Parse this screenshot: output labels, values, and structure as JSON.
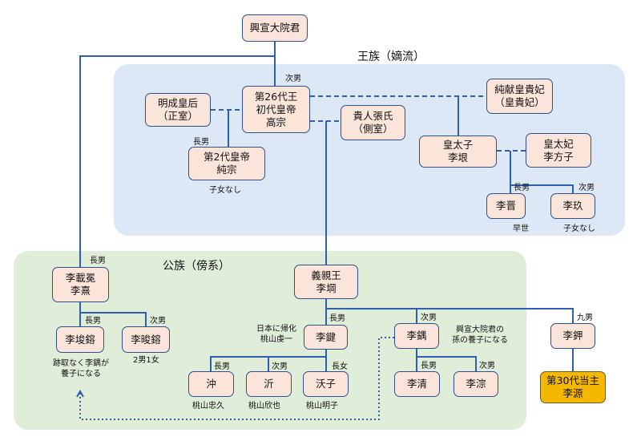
{
  "groups": {
    "royal": "王族（嫡流）",
    "kozoku": "公族（傍系）"
  },
  "people": {
    "daewongun": [
      "興宣大院君"
    ],
    "myeongseong": [
      "明成皇后",
      "（正室）"
    ],
    "gojong": [
      "第26代王",
      "初代皇帝",
      "高宗"
    ],
    "gwiin": [
      "貴人張氏",
      "（側室）"
    ],
    "sunheon": [
      "純献皇貴妃",
      "（皇貴妃）"
    ],
    "crown_prince": [
      "皇太子",
      "李垠"
    ],
    "crown_princess": [
      "皇太妃",
      "李方子"
    ],
    "sunjong": [
      "第2代皇帝",
      "純宗"
    ],
    "ri_jin": [
      "李晋"
    ],
    "ri_gu": [
      "李玖"
    ],
    "jaemyeon": [
      "李載冕",
      "李熹"
    ],
    "jun_yong": [
      "李埈鎔"
    ],
    "gyo_yong": [
      "李晙鎔"
    ],
    "uichin": [
      "義親王",
      "李堈"
    ],
    "ri_geon": [
      "李鍵"
    ],
    "oki": [
      "沖"
    ],
    "ki": [
      "沂"
    ],
    "yoshiko": [
      "沃子"
    ],
    "ri_u": [
      "李鍝"
    ],
    "ri_cheong": [
      "李清"
    ],
    "ri_jong": [
      "李淙"
    ],
    "ri_gap": [
      "李鉀"
    ],
    "ri_won": [
      "第30代当主",
      "李源"
    ]
  },
  "labels": {
    "gojong_rank": "次男",
    "sunjong_rank": "長男",
    "sunjong_note": "子女なし",
    "jin_rank": "長男",
    "gu_rank": "次男",
    "jin_note": "早世",
    "gu_note": "子女なし",
    "jaemyeon_rank": "長男",
    "jun_rank": "長男",
    "gyo_rank": "次男",
    "gyo_note": "2男1女",
    "jun_note": [
      "跡取なく李鍝が",
      "養子になる"
    ],
    "geon_rank": "長男",
    "geon_note": [
      "日本に帰化",
      "桃山虔一"
    ],
    "oki_rank": "長男",
    "ki_rank": "次男",
    "yoshiko_rank": "長女",
    "oki_note": "桃山忠久",
    "ki_note": "桃山欣也",
    "yoshiko_note": "桃山明子",
    "u_rank": "次男",
    "u_note": [
      "興宣大院君の",
      "孫の養子になる"
    ],
    "cheong_rank": "長男",
    "jong_rank": "次男",
    "gap_rank": "九男"
  },
  "colors": {
    "line": "#2f5fb0",
    "royal_bg": "#dde8f6",
    "kozoku_bg": "#e0edd9",
    "box": "#fbe5da",
    "highlight": "#f5b800"
  }
}
